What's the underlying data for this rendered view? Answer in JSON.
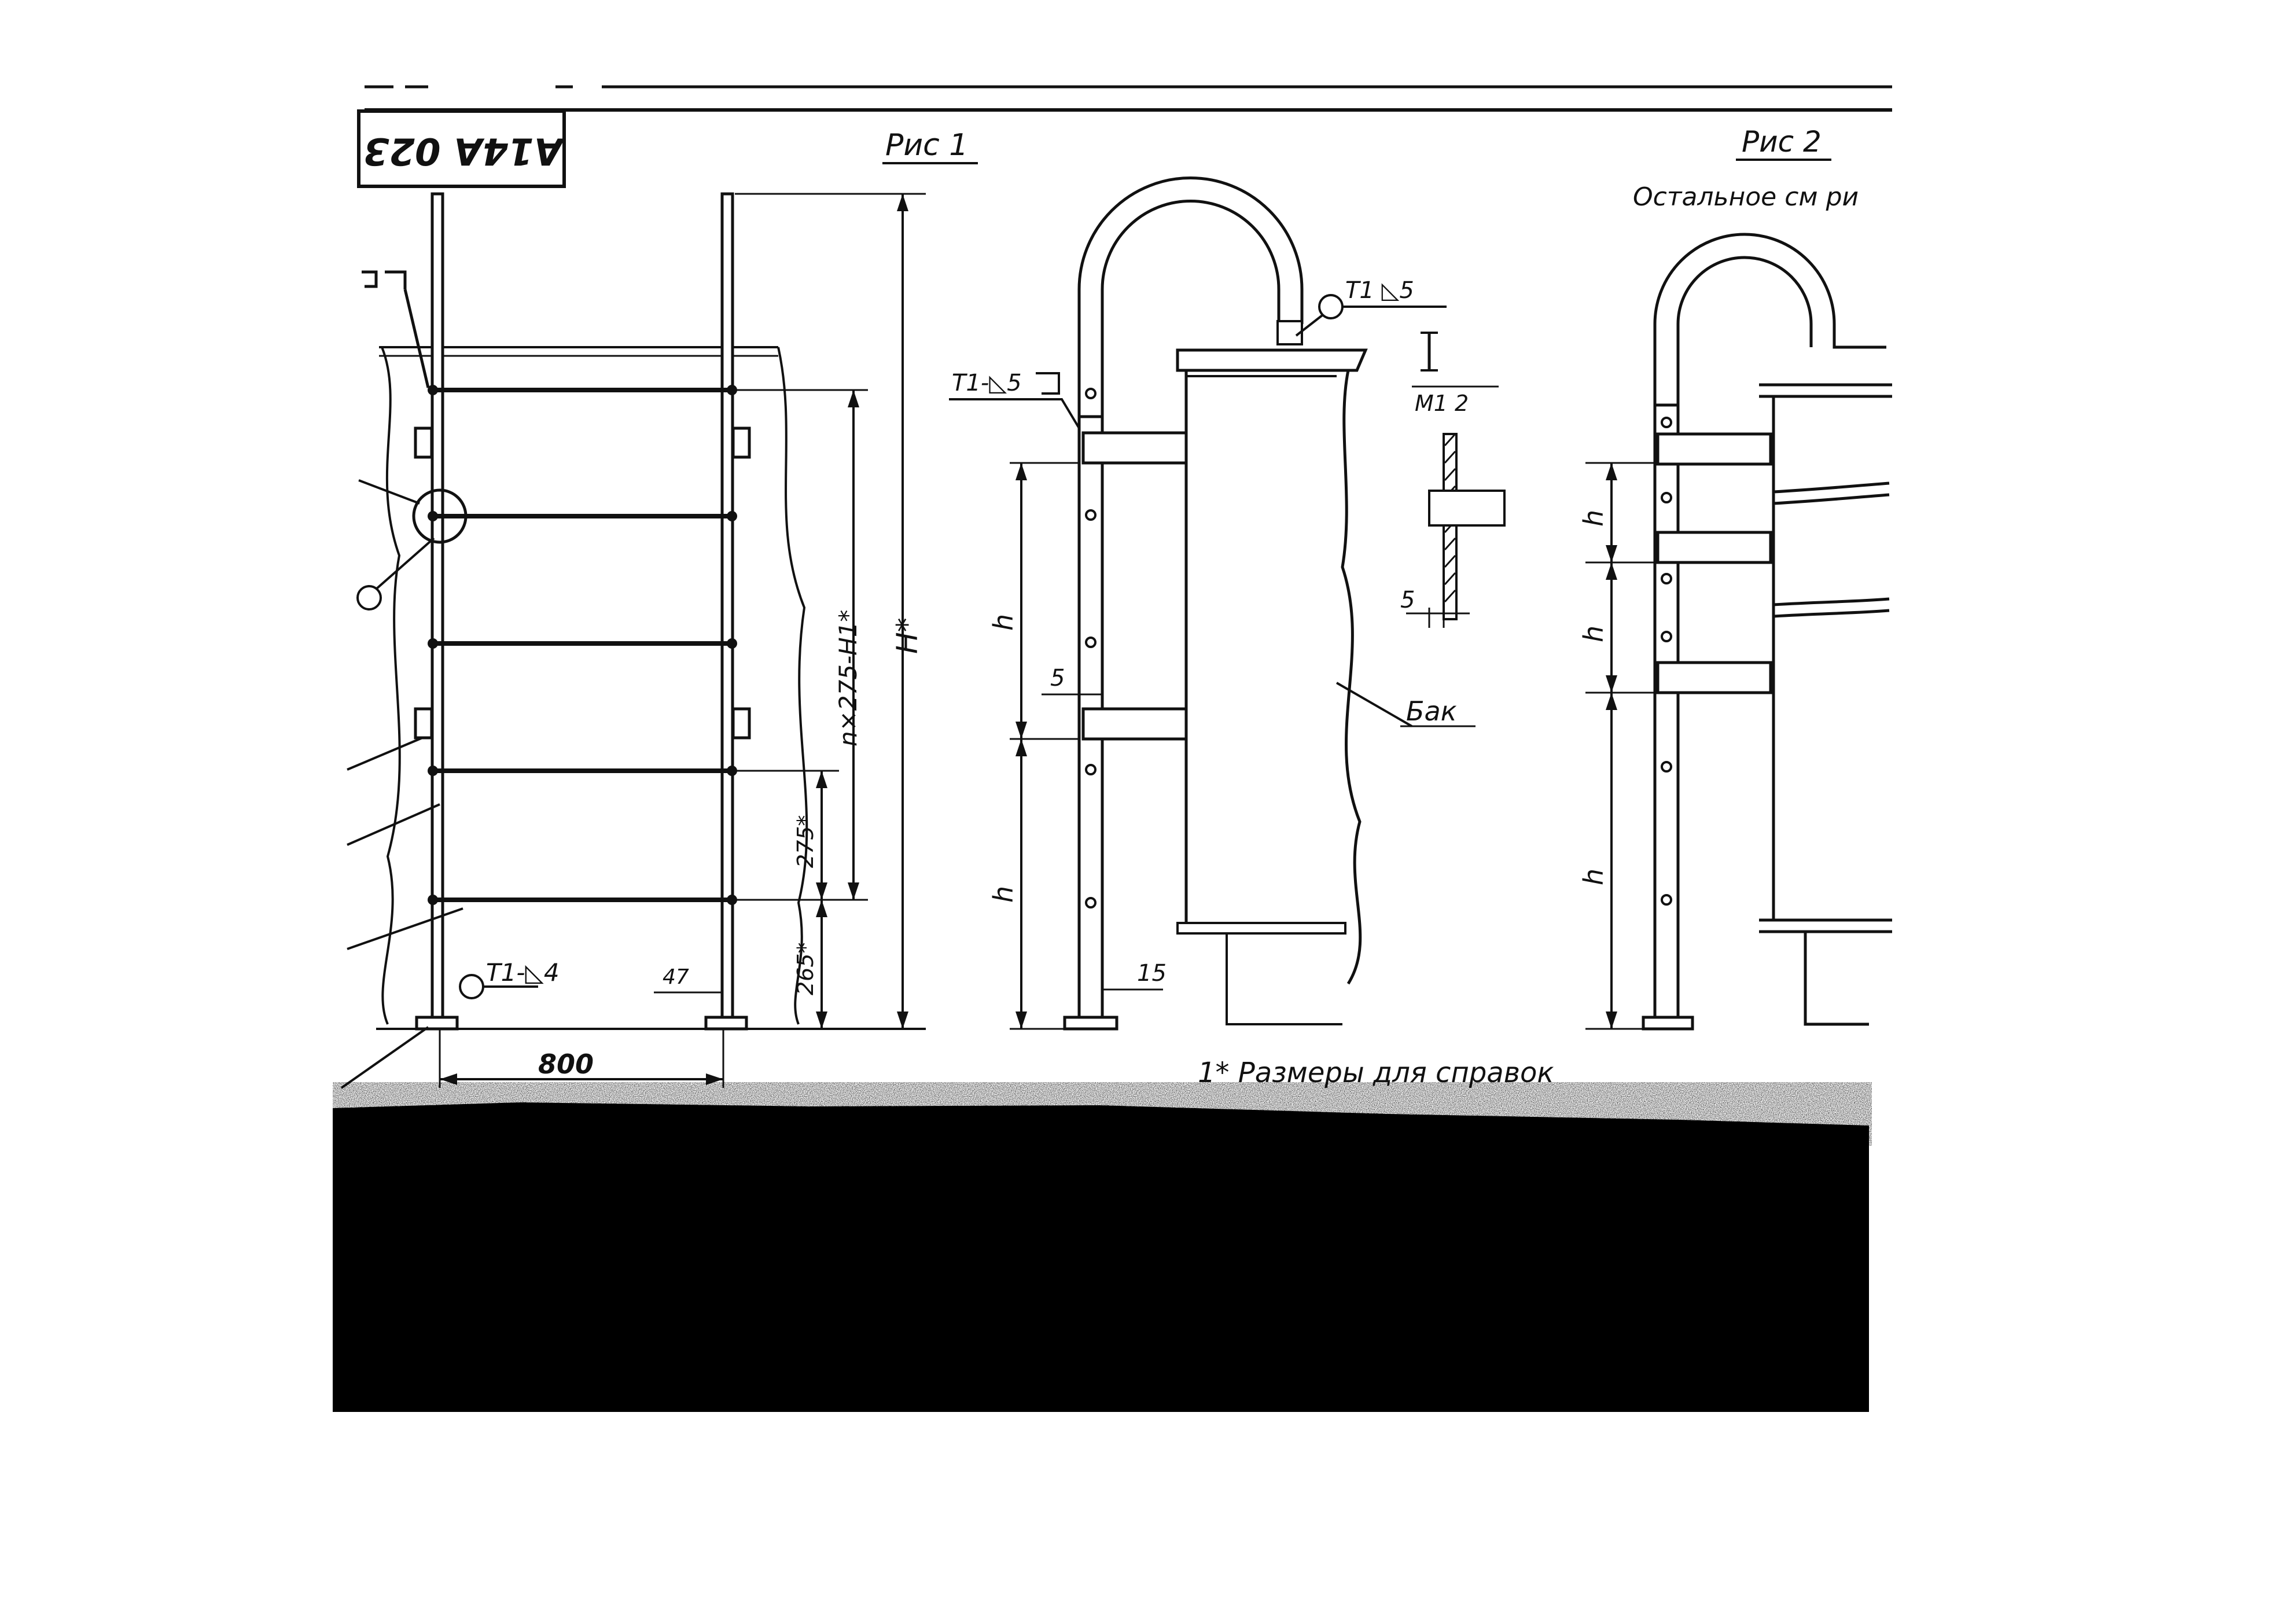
{
  "stamp": {
    "code": "A14A 023"
  },
  "figure1": {
    "title": "Рис 1",
    "weld_callout_top": "Т1-◺4",
    "dim_total_height": "H*",
    "dim_rungs": "n×275-H1*",
    "dim_step": "275*",
    "dim_bottom": "265*",
    "dim_offset": "47",
    "dim_width": "800"
  },
  "figure_side": {
    "weld_callout_left": "Т1-◺5",
    "weld_callout_top": "Т1 ◺5",
    "detail_label": "М1 2",
    "dim_h_upper": "h",
    "dim_h_lower": "h",
    "dim_gap": "5",
    "dim_gap_detail": "5",
    "dim_leg": "15",
    "tank_label": "Бак"
  },
  "figure2": {
    "title": "Рис 2",
    "note": "Остальное см ри",
    "dim_h1": "h",
    "dim_h2": "h",
    "dim_h3": "h"
  },
  "footnote": {
    "text": "1* Размеры для справок"
  }
}
